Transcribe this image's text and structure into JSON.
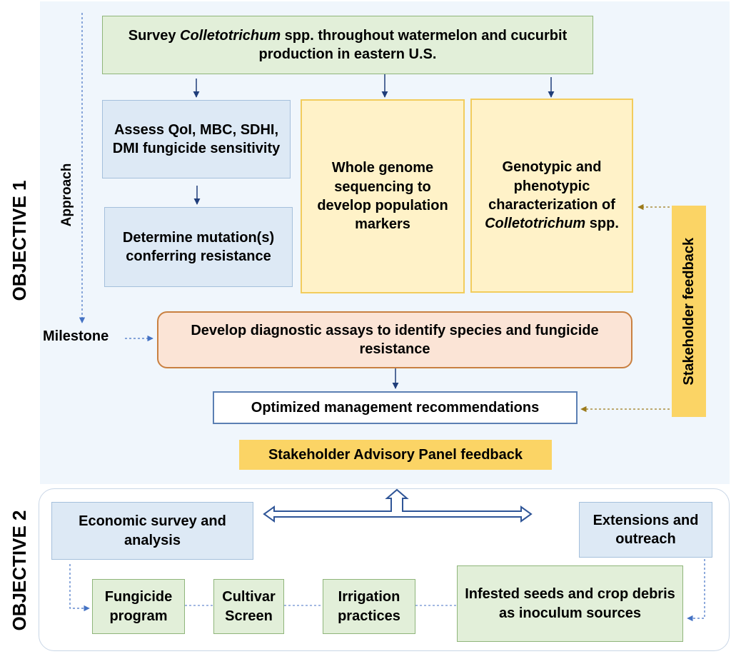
{
  "objective1": {
    "label": "OBJECTIVE 1",
    "approach_label": "Approach",
    "milestone_label": "Milestone",
    "survey": {
      "pre": "Survey ",
      "italic": "Colletotrichum",
      "post": " spp. throughout watermelon and cucurbit production in eastern U.S."
    },
    "assess": "Assess QoI, MBC, SDHI, DMI fungicide sensitivity",
    "determine": "Determine mutation(s) conferring resistance",
    "genome": "Whole genome sequencing to develop population markers",
    "genotypic": {
      "pre": "Genotypic and phenotypic characterization of ",
      "italic": "Colletotrichum",
      "post": " spp."
    },
    "diagnostic": "Develop diagnostic assays to identify species and fungicide resistance",
    "management": "Optimized management recommendations",
    "advisory": "Stakeholder Advisory Panel feedback",
    "stakeholder": "Stakeholder feedback"
  },
  "objective2": {
    "label": "OBJECTIVE 2",
    "economic": "Economic survey and analysis",
    "extensions": "Extensions and outreach",
    "fungicide": "Fungicide program",
    "cultivar": "Cultivar Screen",
    "irrigation": "Irrigation practices",
    "infested": "Infested seeds and crop debris as inoculum sources"
  },
  "colors": {
    "arrow_dark": "#1f3d7a",
    "arrow_dash": "#4472c4",
    "arrow_gold": "#9c7a1a",
    "green_fill": "#e2efd9",
    "blue_fill": "#dde9f5",
    "yellow_fill": "#fff2c8",
    "orange_fill": "#fbe4d6",
    "gold_fill": "#fbd465"
  }
}
